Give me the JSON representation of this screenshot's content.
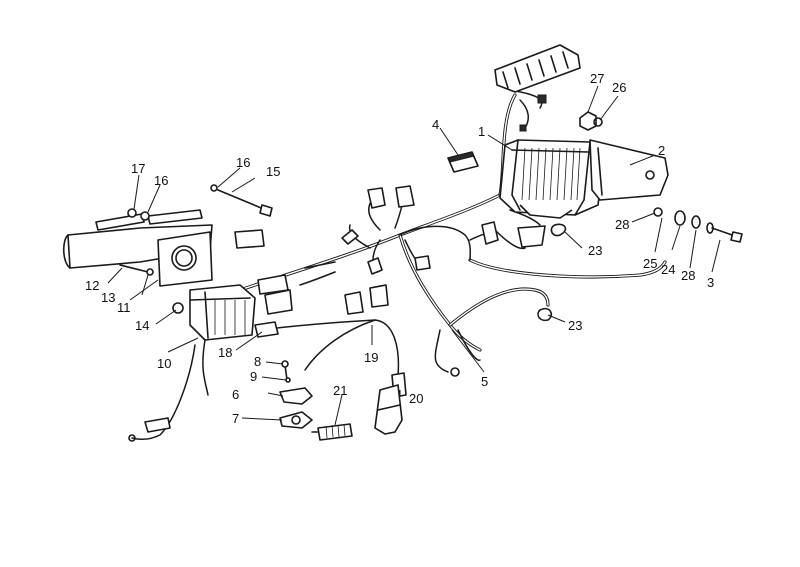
{
  "diagram": {
    "callouts": [
      {
        "id": "1",
        "label": "1"
      },
      {
        "id": "2",
        "label": "2"
      },
      {
        "id": "3",
        "label": "3"
      },
      {
        "id": "4",
        "label": "4"
      },
      {
        "id": "5",
        "label": "5"
      },
      {
        "id": "6",
        "label": "6"
      },
      {
        "id": "7",
        "label": "7"
      },
      {
        "id": "8",
        "label": "8"
      },
      {
        "id": "9",
        "label": "9"
      },
      {
        "id": "10",
        "label": "10"
      },
      {
        "id": "11",
        "label": "11"
      },
      {
        "id": "12",
        "label": "12"
      },
      {
        "id": "13",
        "label": "13"
      },
      {
        "id": "14",
        "label": "14"
      },
      {
        "id": "15",
        "label": "15"
      },
      {
        "id": "16a",
        "label": "16"
      },
      {
        "id": "16b",
        "label": "16"
      },
      {
        "id": "17",
        "label": "17"
      },
      {
        "id": "18",
        "label": "18"
      },
      {
        "id": "19",
        "label": "19"
      },
      {
        "id": "20",
        "label": "20"
      },
      {
        "id": "21",
        "label": "21"
      },
      {
        "id": "23a",
        "label": "23"
      },
      {
        "id": "23b",
        "label": "23"
      },
      {
        "id": "24",
        "label": "24"
      },
      {
        "id": "25",
        "label": "25"
      },
      {
        "id": "26",
        "label": "26"
      },
      {
        "id": "27",
        "label": "27"
      },
      {
        "id": "28a",
        "label": "28"
      },
      {
        "id": "28b",
        "label": "28"
      }
    ]
  }
}
